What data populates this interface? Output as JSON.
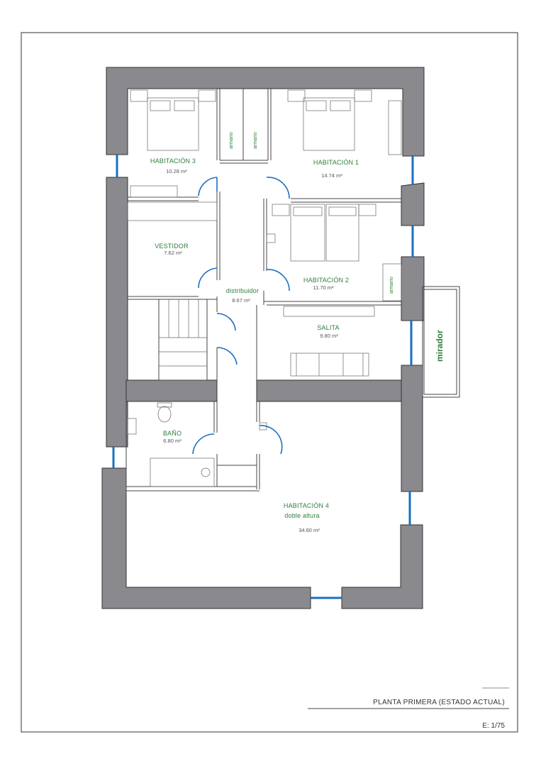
{
  "rooms": {
    "hab3": {
      "name": "HABITACIÓN 3",
      "area": "10.28 m²"
    },
    "hab1": {
      "name": "HABITACIÓN 1",
      "area": "14.74 m²"
    },
    "vestidor": {
      "name": "VESTIDOR",
      "area": "7.62 m²"
    },
    "hab2": {
      "name": "HABITACIÓN 2",
      "area": "11.70 m²"
    },
    "distribuidor": {
      "name": "distribuidor",
      "area": "8.67 m²"
    },
    "salita": {
      "name": "SALITA",
      "area": "9.80 m²"
    },
    "bano": {
      "name": "BAÑO",
      "area": "6.80 m²"
    },
    "hab4": {
      "name": "HABITACIÓN 4",
      "subtitle": "doble altura",
      "area": "34.60 m²"
    }
  },
  "labels": {
    "armario": "armario",
    "mirador": "mirador"
  },
  "title_block": {
    "title": "PLANTA PRIMERA (ESTADO ACTUAL)",
    "scale": "E: 1/75"
  },
  "colors": {
    "wall": "#8a8a8e",
    "window_door": "#1a6fc4",
    "label": "#2e7d3b"
  }
}
